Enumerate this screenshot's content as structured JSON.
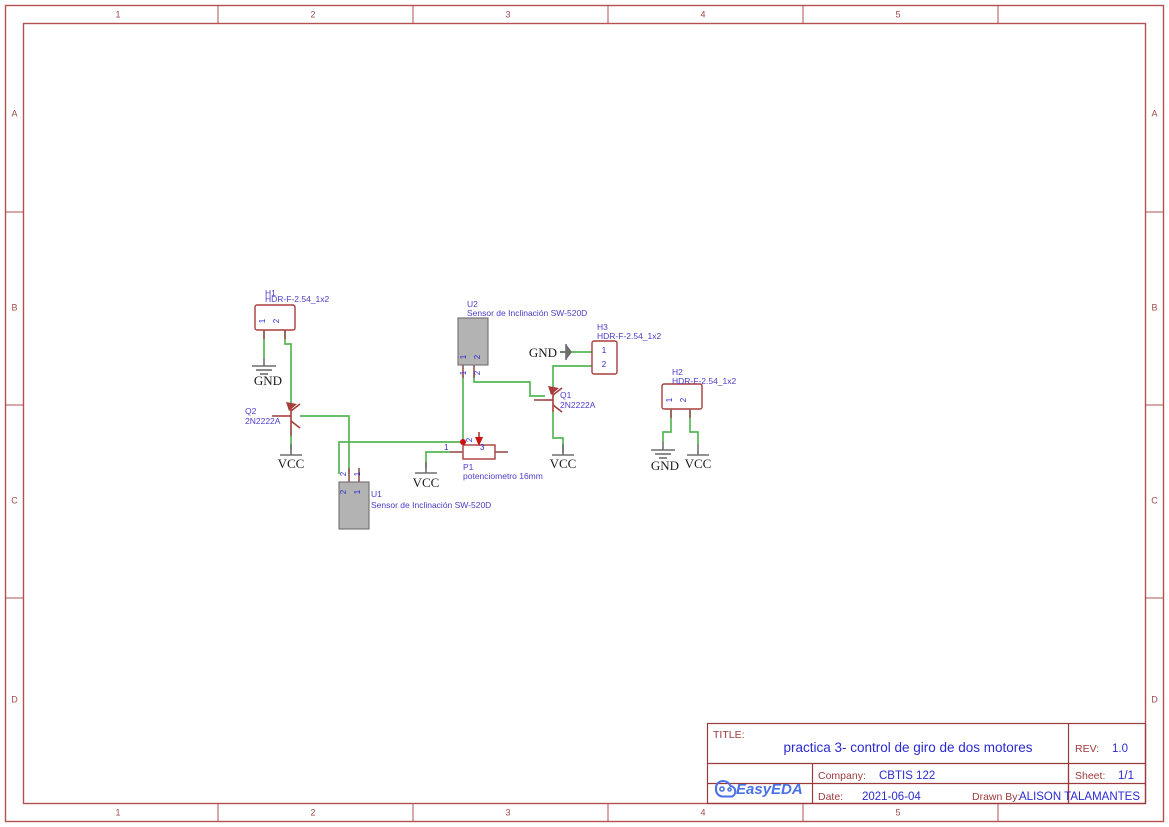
{
  "sheet": {
    "zones_top": [
      "1",
      "2",
      "3",
      "4",
      "5"
    ],
    "zones_bottom": [
      "1",
      "2",
      "3",
      "4",
      "5"
    ],
    "rows_left": [
      "A",
      "B",
      "C",
      "D"
    ],
    "rows_right": [
      "A",
      "B",
      "C",
      "D"
    ]
  },
  "title_block": {
    "title_key": "TITLE:",
    "title_value": "practica 3- control de giro de dos motores",
    "rev_key": "REV:",
    "rev_value": "1.0",
    "company_key": "Company:",
    "company_value": "CBTIS 122",
    "sheet_key": "Sheet:",
    "sheet_value": "1/1",
    "date_key": "Date:",
    "date_value": "2021-06-04",
    "drawn_key": "Drawn By:",
    "drawn_value": "ALISON TALAMANTES",
    "logo_text": "EasyEDA"
  },
  "components": {
    "h1": {
      "ref": "H1",
      "value": "HDR-F-2.54_1x2",
      "pins": [
        "1",
        "2"
      ]
    },
    "h2": {
      "ref": "H2",
      "value": "HDR-F-2.54_1x2",
      "pins": [
        "1",
        "2"
      ]
    },
    "h3": {
      "ref": "H3",
      "value": "HDR-F-2.54_1x2",
      "pins": [
        "1",
        "2"
      ]
    },
    "u1": {
      "ref": "U1",
      "value": "Sensor de Inclinación SW-520D",
      "pins": [
        "2",
        "1"
      ]
    },
    "u2": {
      "ref": "U2",
      "value": "Sensor de Inclinación SW-520D",
      "pins": [
        "1",
        "2"
      ]
    },
    "q1": {
      "ref": "Q1",
      "value": "2N2222A"
    },
    "q2": {
      "ref": "Q2",
      "value": "2N2222A"
    },
    "p1": {
      "ref": "P1",
      "value": "potenciometro 16mm",
      "pins": [
        "1",
        "2",
        "3"
      ]
    }
  },
  "nets": {
    "gnd_h1": "GND",
    "gnd_h2": "GND",
    "gnd_h3": "GND",
    "vcc_q1": "VCC",
    "vcc_q2": "VCC",
    "vcc_h2": "VCC",
    "vcc_p1": "VCC"
  }
}
